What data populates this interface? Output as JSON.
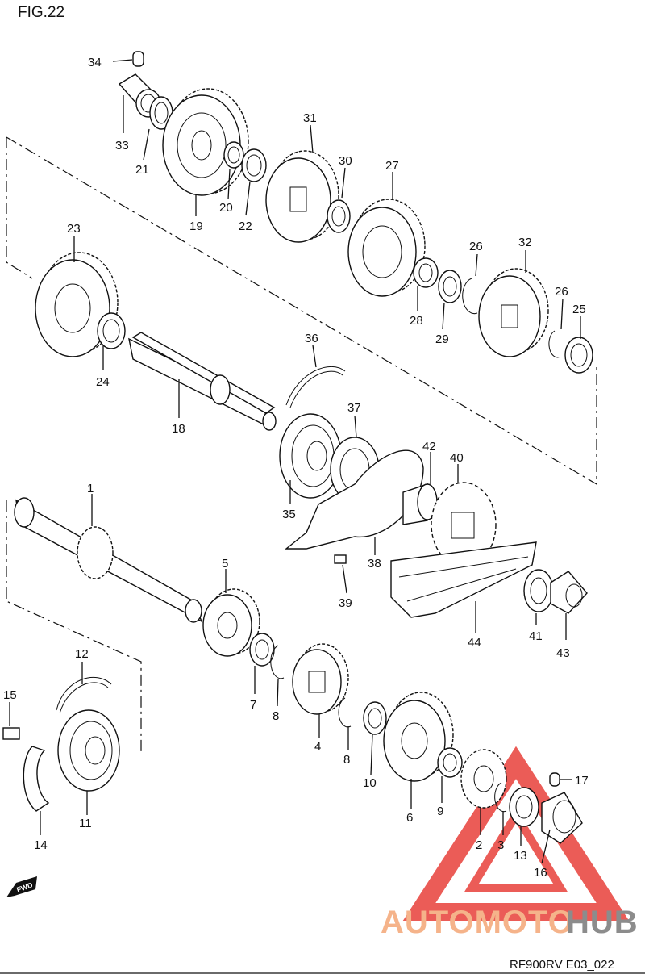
{
  "figure": {
    "title": "FIG.22",
    "footer_code": "RF900RV E03_022"
  },
  "watermark": {
    "text_a": "AUTOMOTO",
    "text_b": "HUB",
    "color_triangle": "#e8403a",
    "color_text_a": "#f5b38a",
    "color_text_b": "#8c8c8c"
  },
  "fwd_badge": "FWD",
  "callouts": {
    "c1": "1",
    "c2": "2",
    "c3": "3",
    "c4": "4",
    "c5": "5",
    "c6": "6",
    "c7": "7",
    "c8a": "8",
    "c8b": "8",
    "c9": "9",
    "c10": "10",
    "c11": "11",
    "c12": "12",
    "c13": "13",
    "c14": "14",
    "c15": "15",
    "c16": "16",
    "c17": "17",
    "c18": "18",
    "c19": "19",
    "c20": "20",
    "c21": "21",
    "c22": "22",
    "c23": "23",
    "c24": "24",
    "c25": "25",
    "c26a": "26",
    "c26b": "26",
    "c27": "27",
    "c28": "28",
    "c29": "29",
    "c30": "30",
    "c31": "31",
    "c32": "32",
    "c33": "33",
    "c34": "34",
    "c35": "35",
    "c36": "36",
    "c37": "37",
    "c38": "38",
    "c39": "39",
    "c40": "40",
    "c41": "41",
    "c42": "42",
    "c43": "43",
    "c44": "44"
  }
}
